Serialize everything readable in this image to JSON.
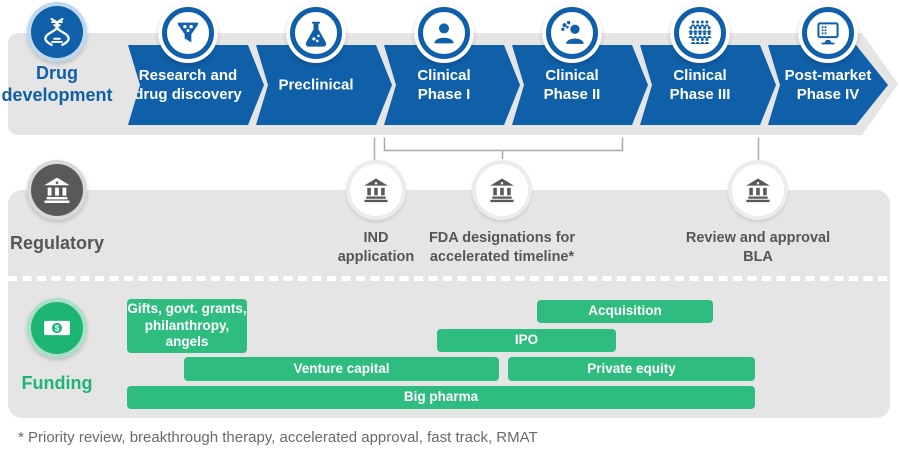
{
  "colors": {
    "primary_blue": "#0f5fa9",
    "panel_gray": "#e5e5e5",
    "dark_gray": "#58595b",
    "funding_green": "#2ebd7e",
    "funding_green_dark": "#1db574"
  },
  "drug_development": {
    "section_label": "Drug\ndevelopment",
    "section_icon": "dna-icon",
    "stages": [
      {
        "label": "Research and\ndrug discovery",
        "icon": "funnel-icon"
      },
      {
        "label": "Preclinical",
        "icon": "flask-icon"
      },
      {
        "label": "Clinical\nPhase I",
        "icon": "patient-icon"
      },
      {
        "label": "Clinical\nPhase II",
        "icon": "patient-group-icon"
      },
      {
        "label": "Clinical\nPhase III",
        "icon": "crowd-icon"
      },
      {
        "label": "Post-market\nPhase IV",
        "icon": "monitor-icon"
      }
    ]
  },
  "regulatory": {
    "section_label": "Regulatory",
    "section_icon": "bank-icon",
    "milestones": [
      {
        "label": "IND\napplication",
        "icon": "bank-icon"
      },
      {
        "label": "FDA designations for\naccelerated timeline*",
        "icon": "bank-icon"
      },
      {
        "label": "Review and approval\nBLA",
        "icon": "bank-icon"
      }
    ]
  },
  "funding": {
    "section_label": "Funding",
    "section_icon": "money-icon",
    "bars": [
      {
        "label": "Gifts, govt. grants,\nphilanthropy,\nangels"
      },
      {
        "label": "Acquisition"
      },
      {
        "label": "IPO"
      },
      {
        "label": "Venture capital"
      },
      {
        "label": "Private equity"
      },
      {
        "label": "Big pharma"
      }
    ]
  },
  "footnote": "* Priority review, breakthrough therapy, accelerated approval, fast track, RMAT"
}
